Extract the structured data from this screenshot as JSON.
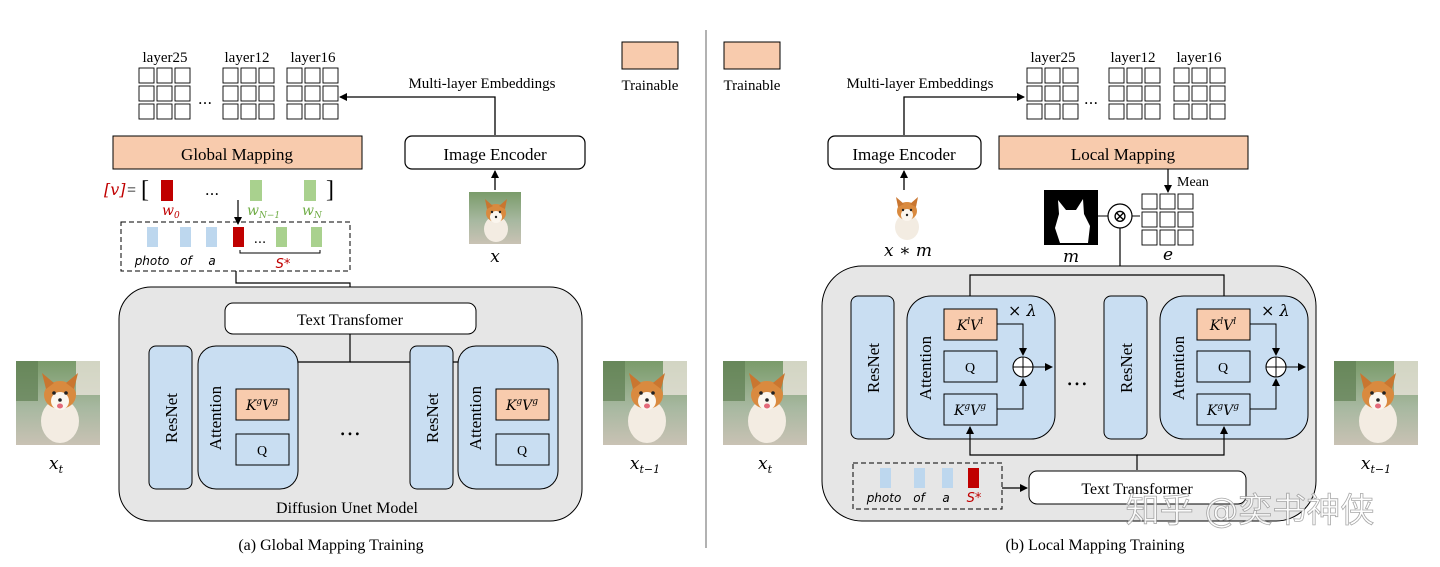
{
  "legend": {
    "trainable_label": "Trainable"
  },
  "colors": {
    "trainable": "#f8cbad",
    "module": "#c9def2",
    "unet_bg": "#e6e6e6",
    "token_red": "#c00000",
    "token_green": "#a9d18e",
    "token_blue": "#bdd7ee",
    "accent_red": "#c00000",
    "accent_green": "#70ad47"
  },
  "panel_a": {
    "caption": "(a) Global Mapping Training",
    "layers": [
      "layer25",
      "layer12",
      "layer16"
    ],
    "ellipsis": "...",
    "embeddings_label": "Multi-layer Embeddings",
    "mapping_label": "Global Mapping",
    "encoder_label": "Image Encoder",
    "input_var": "x",
    "v_label": "[v]",
    "eq": "=",
    "w0": "w",
    "w0_sub": "0",
    "wN1": "w",
    "wN1_sub": "N−1",
    "wN": "w",
    "wN_sub": "N",
    "prompt_words": [
      "photo",
      "of",
      "a"
    ],
    "s_star": "S*",
    "text_transformer": "Text Transfomer",
    "resnet": "ResNet",
    "attention": "Attention",
    "kv": "K",
    "kv_sup1": "g",
    "kv_mid": "V",
    "kv_sup2": "g",
    "q": "Q",
    "dots": "…",
    "unet_label": "Diffusion Unet Model",
    "xt": "x",
    "xt_sub": "t",
    "xt1": "x",
    "xt1_sub": "t−1"
  },
  "panel_b": {
    "caption": "(b) Local Mapping Training",
    "layers": [
      "layer25",
      "layer12",
      "layer16"
    ],
    "ellipsis": "...",
    "embeddings_label": "Multi-layer Embeddings",
    "mapping_label": "Local Mapping",
    "encoder_label": "Image Encoder",
    "mean_label": "Mean",
    "input_var": "x ∗ m",
    "mask_var": "m",
    "e_var": "e",
    "otimes": "⊗",
    "resnet": "ResNet",
    "attention": "Attention",
    "kl": "K",
    "kl_sup1": "l",
    "kl_mid": "V",
    "kl_sup2": "l",
    "kg": "K",
    "kg_sup1": "g",
    "kg_mid": "V",
    "kg_sup2": "g",
    "q": "Q",
    "lambda": "× λ",
    "dots": "…",
    "prompt_words": [
      "photo",
      "of",
      "a"
    ],
    "s_star": "S*",
    "text_transformer": "Text Transformer",
    "xt": "x",
    "xt_sub": "t",
    "xt1": "x",
    "xt1_sub": "t−1"
  },
  "watermark": "知乎 @奕书神侠"
}
